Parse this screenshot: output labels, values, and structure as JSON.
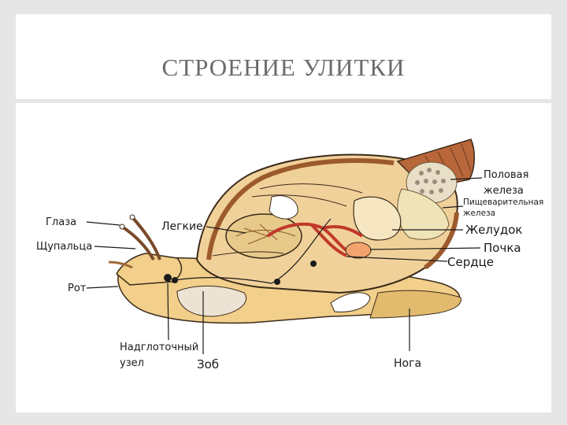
{
  "slide": {
    "title": "СТРОЕНИЕ УЛИТКИ"
  },
  "diagram": {
    "labels": {
      "eyes": "Глаза",
      "tentacles": "Щупальца",
      "mouth": "Рот",
      "ganglion_line1": "Надглоточный",
      "ganglion_line2": "узел",
      "lungs": "Легкие",
      "gonad_line1": "Половая",
      "gonad_line2": "железа",
      "digestive_line1": "Пищеварительная",
      "digestive_line2": "железа",
      "stomach": "Желудок",
      "kidney": "Почка",
      "heart": "Сердце",
      "crop": "Зоб",
      "foot": "Нога"
    }
  }
}
